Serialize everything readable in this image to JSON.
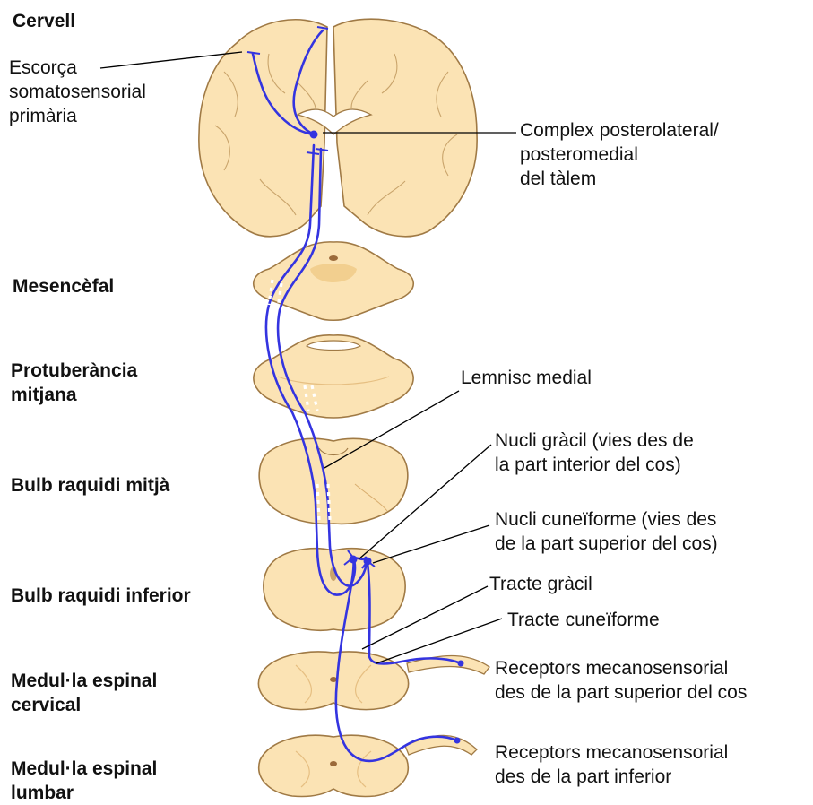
{
  "left_labels": {
    "brain": "Cervell",
    "midbrain": "Mesencèfal",
    "pons": [
      "Protuberància",
      "mitjana"
    ],
    "medulla_mid": "Bulb raquidi mitjà",
    "medulla_low": "Bulb raquidi inferior",
    "cervical": [
      "Medul·la espinal",
      "cervical"
    ],
    "lumbar": [
      "Medul·la espinal",
      "lumbar"
    ],
    "cortex": [
      "Escorça",
      "somatosensorial",
      "primària"
    ]
  },
  "right_labels": {
    "thalamus": [
      "Complex posterolateral/",
      "posteromedial",
      "del tàlem"
    ],
    "lemniscus": "Lemnisc medial",
    "gracile_nucleus": [
      "Nucli gràcil (vies des de",
      "la part interior del cos)"
    ],
    "cuneate_nucleus": [
      "Nucli cuneïforme (vies des",
      "de la part superior del cos)"
    ],
    "gracile_tract": "Tracte gràcil",
    "cuneate_tract": "Tracte cuneïforme",
    "receptors_upper": [
      "Receptors mecanosensorial",
      "des de la part superior del cos"
    ],
    "receptors_lower": [
      "Receptors mecanosensorial",
      "des de la part inferior"
    ]
  },
  "colors": {
    "tissue_fill": "#fbe3b4",
    "tissue_stroke": "#a07a45",
    "tissue_shade": "#f2cf8f",
    "pathway": "#3434e0",
    "leader": "#000000"
  }
}
